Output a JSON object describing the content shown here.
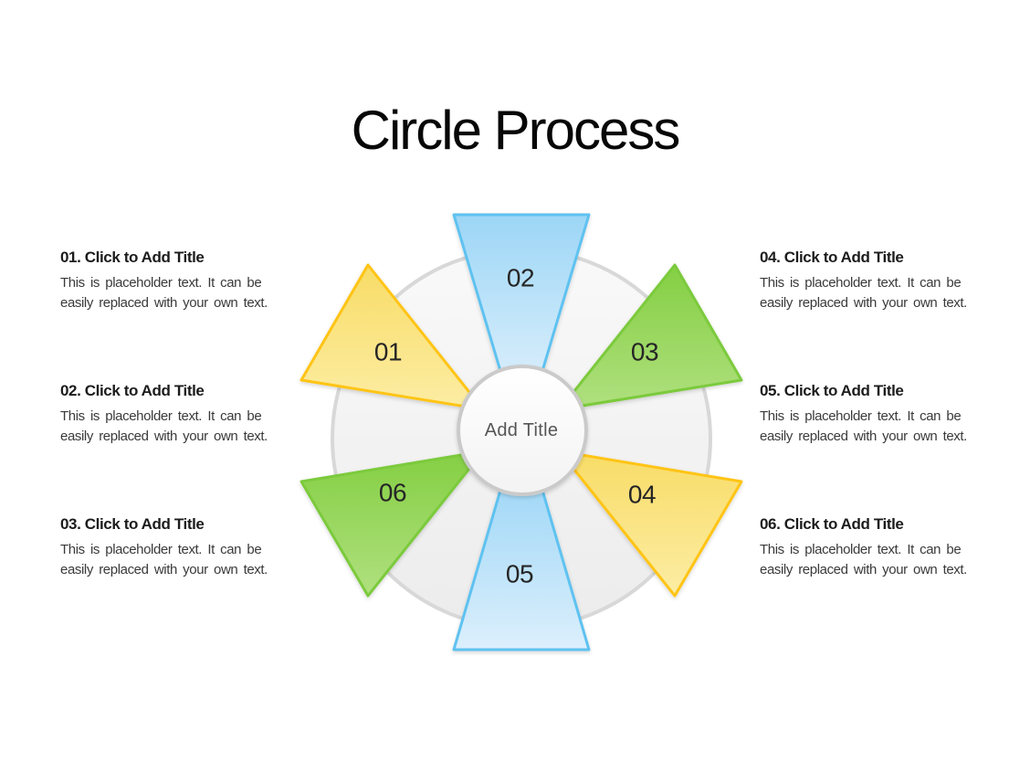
{
  "title": "Circle Process",
  "diagram": {
    "center_label": "Add Title",
    "wedges": [
      {
        "label": "01",
        "color_name": "yellow",
        "fill_top": "#F8DC66",
        "fill_bottom": "#FCEDA4",
        "border": "#FFC413"
      },
      {
        "label": "02",
        "color_name": "blue",
        "fill_top": "#9CD6F6",
        "fill_bottom": "#DCEFFC",
        "border": "#5FC2F0"
      },
      {
        "label": "03",
        "color_name": "green",
        "fill_top": "#84CF43",
        "fill_bottom": "#B0E07F",
        "border": "#7CCA3C"
      },
      {
        "label": "04",
        "color_name": "yellow",
        "fill_top": "#F8DC66",
        "fill_bottom": "#FCEDA4",
        "border": "#FFC413"
      },
      {
        "label": "05",
        "color_name": "blue",
        "fill_top": "#9CD6F6",
        "fill_bottom": "#DCEFFC",
        "border": "#5FC2F0"
      },
      {
        "label": "06",
        "color_name": "green",
        "fill_top": "#84CF43",
        "fill_bottom": "#B0E07F",
        "border": "#7CCA3C"
      }
    ]
  },
  "panels": {
    "left": [
      {
        "heading": "01. Click to Add Title",
        "lines": [
          "This is placeholder text. It can be",
          "easily replaced with your own text."
        ]
      },
      {
        "heading": "02. Click to Add Title",
        "lines": [
          "This is placeholder text. It can be",
          "easily replaced with your own text."
        ]
      },
      {
        "heading": "03. Click to Add Title",
        "lines": [
          "This is placeholder text. It can be",
          "easily replaced with your own text."
        ]
      }
    ],
    "right": [
      {
        "heading": "04. Click to Add Title",
        "lines": [
          "This is placeholder text. It can be",
          "easily replaced with your own text."
        ]
      },
      {
        "heading": "05. Click to Add Title",
        "lines": [
          "This is placeholder text. It can be",
          "easily replaced with your own text."
        ]
      },
      {
        "heading": "06. Click to Add Title",
        "lines": [
          "This is placeholder text. It can be",
          "easily replaced with your own text."
        ]
      }
    ]
  },
  "colors": {
    "background": "#FFFFFF",
    "title_text": "#070707",
    "heading_text": "#1C1C1C",
    "body_text": "#3A3A3A",
    "outer_circle_fill": "#F2F2F2",
    "outer_circle_border": "#D8D8D8",
    "center_circle_border": "#CACACA",
    "center_label_text": "#565656",
    "number_text": "#262626"
  }
}
